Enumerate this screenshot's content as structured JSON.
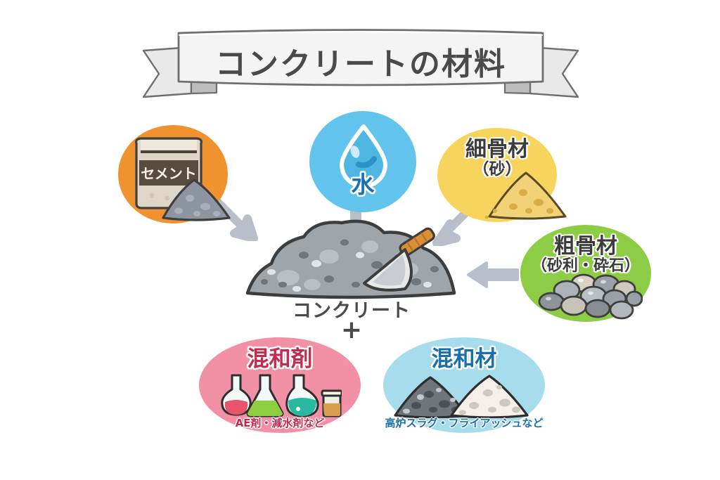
{
  "page": {
    "background_color": "#ffffff",
    "title_banner": {
      "text": "コンクリートの材料",
      "ribbon_fill": "#f2f2f2",
      "ribbon_stroke": "#6b6b6b",
      "text_color": "#4a4a4a"
    }
  },
  "center": {
    "label": "コンクリート",
    "plus": "+",
    "label_color": "#4a4a4a"
  },
  "ingredients": [
    {
      "id": "cement",
      "label": "",
      "bag_label": "セメント",
      "color": "#F0922F",
      "icon": "cement-bag-icon"
    },
    {
      "id": "water",
      "label": "水",
      "color": "#62C4EC",
      "icon": "water-drop-icon"
    },
    {
      "id": "fine-aggregate",
      "label": "細骨材",
      "sub_label": "（砂）",
      "color": "#F7D45E",
      "icon": "sand-pile-icon"
    },
    {
      "id": "coarse-aggregate",
      "label": "粗骨材",
      "sub_label": "（砂利・砕石）",
      "color": "#8DCC45",
      "icon": "gravel-stones-icon"
    }
  ],
  "admixtures": [
    {
      "id": "chemical-admixture",
      "label": "混和剤",
      "caption": "AE剤・減水剤など",
      "color": "#F291A5",
      "text_color": "#C22B50",
      "icon": "chemical-flasks-icon"
    },
    {
      "id": "mineral-admixture",
      "label": "混和材",
      "caption": "高炉スラグ・フライアッシュなど",
      "color": "#A6DCEC",
      "text_color": "#1A6FA8",
      "icon": "powder-piles-icon"
    }
  ],
  "arrows": [
    {
      "id": "arrow-from-cement",
      "direction": "down-right",
      "color": "#B8BFC9"
    },
    {
      "id": "arrow-from-water",
      "direction": "down",
      "color": "#B8BFC9"
    },
    {
      "id": "arrow-from-fine-aggregate",
      "direction": "down-left",
      "color": "#B8BFC9"
    },
    {
      "id": "arrow-from-coarse-aggregate",
      "direction": "left",
      "color": "#B8BFC9"
    }
  ]
}
